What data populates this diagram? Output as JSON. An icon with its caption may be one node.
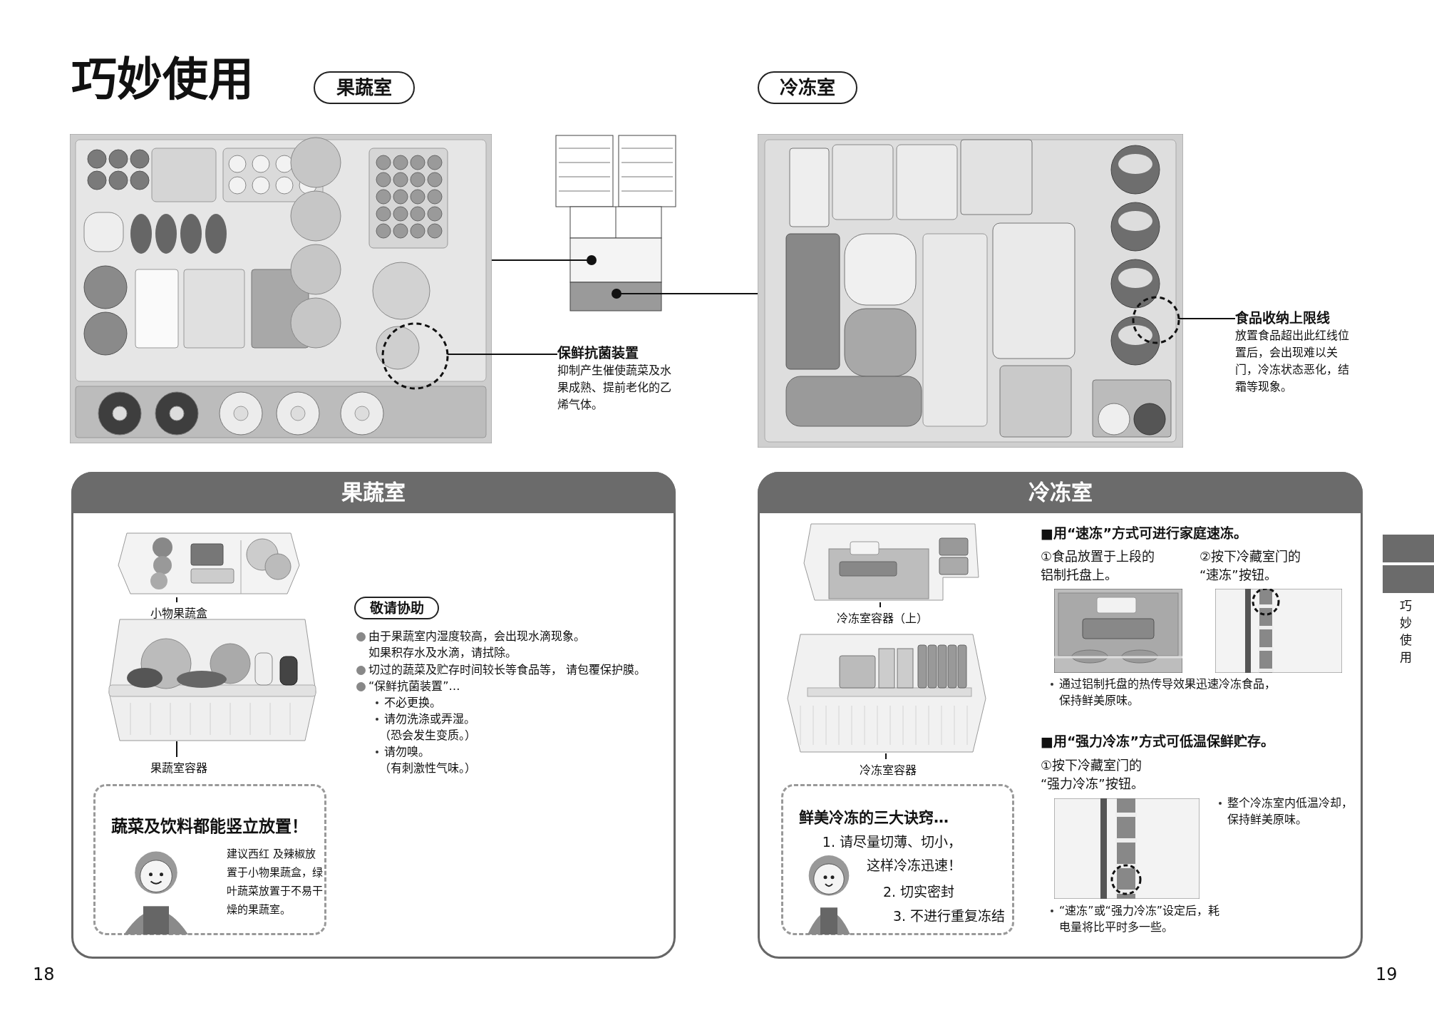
{
  "diagram": {
    "title": "巧妙使用",
    "nodes": [
      {
        "text": [
          "果蔬室"
        ]
      },
      {
        "text": [
          "冷冻室"
        ]
      },
      {
        "text": [],
        "shape": "picture"
      },
      {
        "text": [],
        "shape": "picture"
      },
      {
        "text": [],
        "shape": "picture"
      },
      {
        "text": [],
        "shape": "circle",
        "in": 2
      },
      {
        "text": [
          "保鲜抗菌装置",
          "抑制产生催使蔬菜及水果成熟、提前老化的乙烯气体。"
        ]
      },
      {
        "text": [],
        "shape": "circle",
        "in": 4
      },
      {
        "text": [
          "食品收纳上限线",
          "放置食品超出此红线位置后，会出现难以关门，冷冻状态恶化，结霜等现象。"
        ]
      },
      {
        "text": [
          "果蔬室"
        ]
      },
      {
        "text": [],
        "shape": "picture",
        "in": 9
      },
      {
        "text": [
          "小物果蔬盒"
        ],
        "in": 9
      },
      {
        "text": [],
        "shape": "picture",
        "in": 9
      },
      {
        "text": [
          "果蔬室容器"
        ],
        "in": 9
      },
      {
        "text": [
          "敬请协助"
        ],
        "in": 9
      },
      {
        "text": [
          "蔬菜及饮料都能竖立放置！",
          "建议西红 及辣椒放置于小物果蔬盒，绿叶蔬菜放置于不易干燥的果蔬室。"
        ],
        "in": 9
      },
      {
        "text": [
          "冷冻室"
        ]
      },
      {
        "text": [],
        "shape": "picture",
        "in": 16
      },
      {
        "text": [
          "冷冻室容器（上）"
        ],
        "in": 16
      },
      {
        "text": [],
        "shape": "picture",
        "in": 16
      },
      {
        "text": [
          "冷冻室容器"
        ],
        "in": 16
      },
      {
        "text": [
          "鲜美冷冻的三大诀窍…",
          "1. 请尽量切薄、切小，这样冷冻迅速！",
          "2. 切实密封",
          "3. 不进行重复冻结"
        ],
        "in": 16
      }
    ],
    "edges": [
      {
        "from": 3,
        "to": 2,
        "arrow": "none"
      },
      {
        "from": 3,
        "to": 4,
        "arrow": "none"
      },
      {
        "from": 6,
        "to": 5,
        "arrow": "none"
      },
      {
        "from": 8,
        "to": 7,
        "arrow": "none"
      },
      {
        "from": 11,
        "to": 10,
        "arrow": "none"
      },
      {
        "from": 13,
        "to": 12,
        "arrow": "none"
      },
      {
        "from": 18,
        "to": 17,
        "arrow": "none"
      },
      {
        "from": 20,
        "to": 19,
        "arrow": "none"
      }
    ],
    "labels": [
      "由于果蔬室内湿度较高，会出现水滴现象。如果积存水及水滴，请拭除。",
      "切过的蔬菜及贮存时间较长等食品等， 请包覆保护膜。",
      "“保鲜抗菌装置”…",
      "不必更换。",
      "请勿洗涤或弄湿。",
      "（恐会发生变质。）",
      "请勿嗅。",
      "（有刺激性气味。）",
      "■用“速冻”方式可进行家庭速冻。",
      "①食品放置于上段的铝制托盘上。",
      "②按下冷藏室门的“速冻”按钮。",
      "通过铝制托盘的热传导效果迅速冷冻食品，保持鲜美原味。",
      "■用“强力冷冻”方式可低温保鲜贮存。",
      "①按下冷藏室门的“强力冷冻”按钮。",
      "整个冷冻室内低温冷却，保持鲜美原味。",
      "“速冻”或“强力冷冻”设定后，耗电量将比平时多一些。",
      "巧妙使用",
      "18",
      "19"
    ]
  }
}
